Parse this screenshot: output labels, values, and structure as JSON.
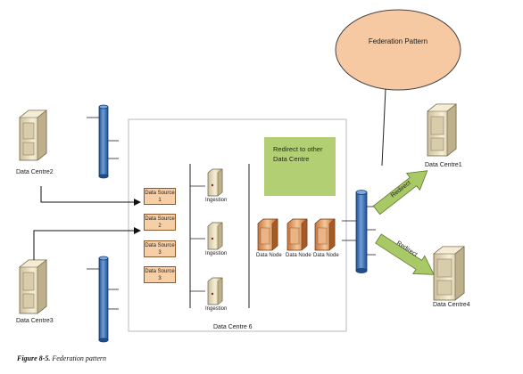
{
  "cloud": {
    "label": "Federation Pattern"
  },
  "data_centres": {
    "dc2": "Data Centre2",
    "dc3": "Data Centre3",
    "dc1": "Data Centre1",
    "dc4": "Data Centre4",
    "dc6": "Data Centre 6"
  },
  "data_sources": [
    {
      "name": "Data Source",
      "num": "1"
    },
    {
      "name": "Data Source",
      "num": "2"
    },
    {
      "name": "Data Source",
      "num": "3"
    },
    {
      "name": "Data Source",
      "num": "3"
    }
  ],
  "ingestion_labels": [
    "Ingestion",
    "Ingestion",
    "Ingestion"
  ],
  "data_node_labels": [
    "Data Node",
    "Data Node",
    "Data Node"
  ],
  "redirect_box": {
    "line1": "Redirect to other",
    "line2": "Data Centre"
  },
  "arrows": {
    "upper": "Redirect",
    "lower": "Redirect"
  },
  "caption": {
    "figure": "Figure 8-5.",
    "title": "Federation pattern"
  },
  "colors": {
    "cloud_fill": "#f7c9a3",
    "cylinder_fill": "#3a6fb0",
    "redirect_fill": "#b3cf73",
    "arrow_fill": "#a9c866",
    "source_fill": "#f6cfa7",
    "server_fill": "#efe3c2"
  }
}
